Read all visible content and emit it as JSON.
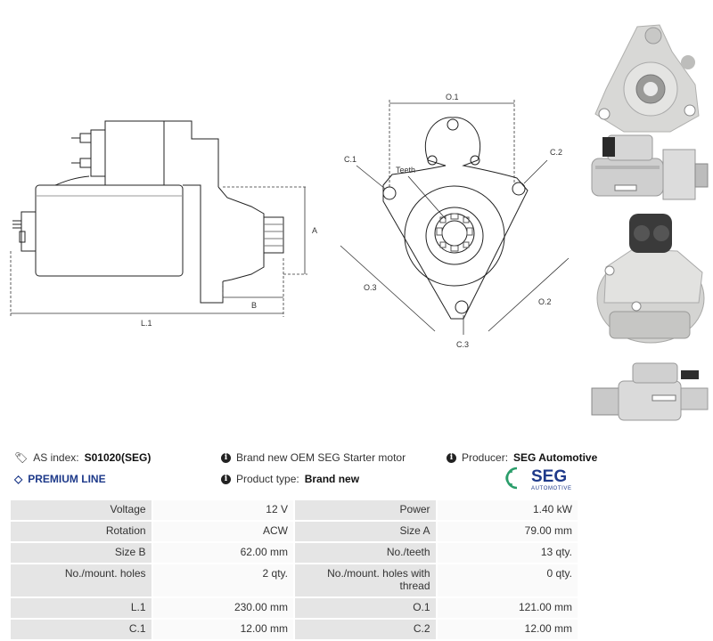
{
  "drawing": {
    "side_labels": {
      "a": "A",
      "b": "B",
      "l1": "L.1"
    },
    "front_labels": {
      "o1": "O.1",
      "o2": "O.2",
      "o3": "O.3",
      "c1": "C.1",
      "c2": "C.2",
      "c3": "C.3",
      "teeth": "Teeth"
    }
  },
  "info": {
    "as_index_label": "AS index:",
    "as_index_value": "S01020(SEG)",
    "description": "Brand new OEM SEG Starter motor",
    "producer_label": "Producer:",
    "producer_value": "SEG Automotive",
    "premium_line": "PREMIUM LINE",
    "product_type_label": "Product type:",
    "product_type_value": "Brand new"
  },
  "logo": {
    "main": "SEG",
    "sub": "AUTOMOTIVE",
    "accent_color": "#2a9d6a",
    "text_color": "#1f3a8a"
  },
  "specs": [
    {
      "k1": "Voltage",
      "v1": "12 V",
      "k2": "Power",
      "v2": "1.40 kW"
    },
    {
      "k1": "Rotation",
      "v1": "ACW",
      "k2": "Size A",
      "v2": "79.00 mm"
    },
    {
      "k1": "Size B",
      "v1": "62.00 mm",
      "k2": "No./teeth",
      "v2": "13 qty."
    },
    {
      "k1": "No./mount. holes",
      "v1": "2 qty.",
      "k2": "No./mount. holes with thread",
      "v2": "0 qty."
    },
    {
      "k1": "L.1",
      "v1": "230.00 mm",
      "k2": "O.1",
      "v2": "121.00 mm"
    },
    {
      "k1": "C.1",
      "v1": "12.00 mm",
      "k2": "C.2",
      "v2": "12.00 mm"
    }
  ]
}
